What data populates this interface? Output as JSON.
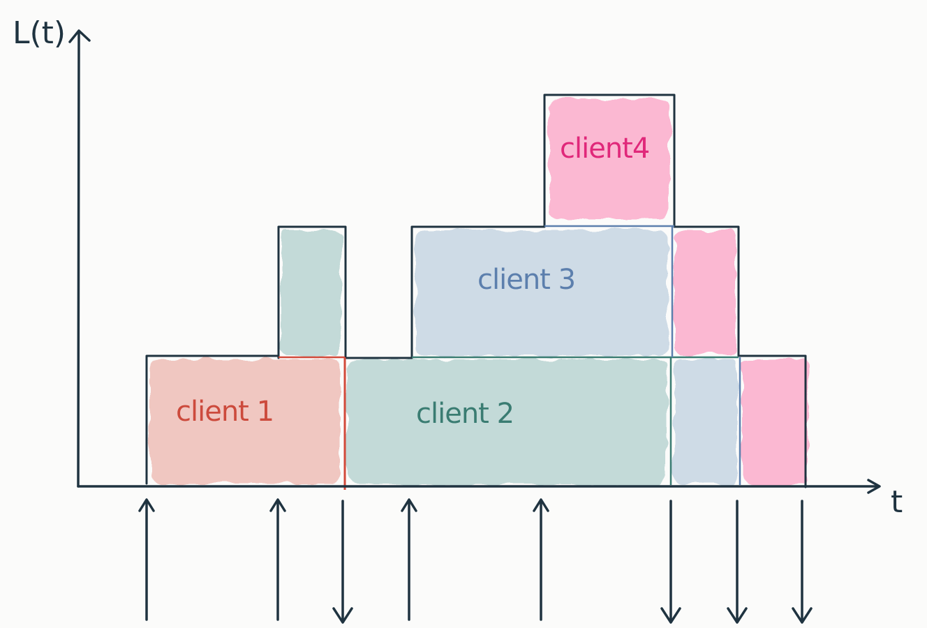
{
  "diagram": {
    "y_axis_label": "L(t)",
    "x_axis_label": "t",
    "colors": {
      "axis": "#1f3340",
      "client_1_fill": "#f0c7c1",
      "client_1_text": "#cc4a3c",
      "client_2_fill": "#c3dad8",
      "client_2_text": "#3a7c72",
      "client_3_fill": "#cedbe6",
      "client_3_text": "#5c7fad",
      "client_4_fill": "#fbb8d2",
      "client_4_text": "#e0287a"
    },
    "clients": [
      {
        "id": "client-1",
        "label": "client 1"
      },
      {
        "id": "client-2",
        "label": "client 2"
      },
      {
        "id": "client-3",
        "label": "client 3"
      },
      {
        "id": "client-4",
        "label": "client4"
      }
    ],
    "events": [
      {
        "kind": "arrival"
      },
      {
        "kind": "arrival"
      },
      {
        "kind": "departure"
      },
      {
        "kind": "arrival"
      },
      {
        "kind": "arrival"
      },
      {
        "kind": "departure"
      },
      {
        "kind": "departure"
      },
      {
        "kind": "departure"
      }
    ]
  }
}
